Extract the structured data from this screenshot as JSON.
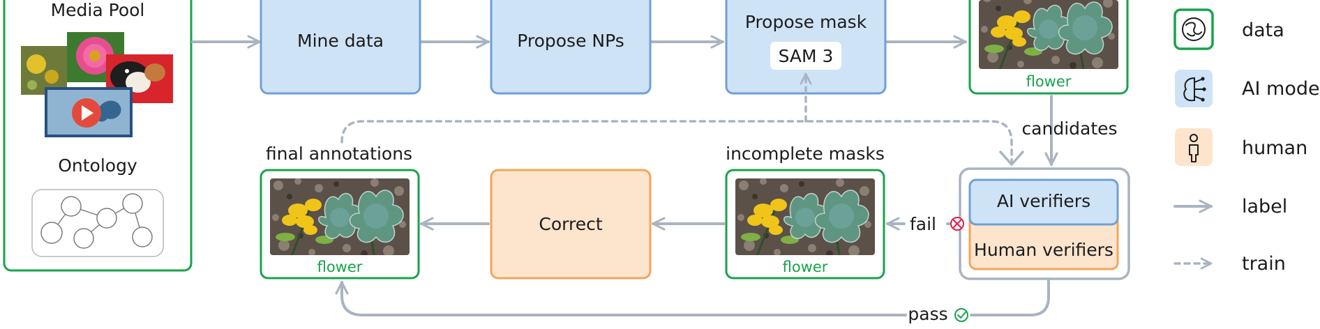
{
  "media_pool": {
    "title": "Media Pool",
    "ontology_title": "Ontology"
  },
  "steps": {
    "mine": "Mine data",
    "propose_nps": "Propose NPs",
    "propose_mask": "Propose mask",
    "sam": "SAM 3",
    "correct": "Correct",
    "ai_verifiers": "AI verifiers",
    "human_verifiers": "Human verifiers"
  },
  "labels": {
    "flower_top": "flower",
    "flower_mid": "flower",
    "flower_final": "flower",
    "candidates": "candidates",
    "fail": "fail",
    "pass": "pass",
    "final_annotations": "final annotations",
    "incomplete_masks": "incomplete masks"
  },
  "legend": [
    {
      "icon": "data-icon",
      "label": "data"
    },
    {
      "icon": "ai-model-icon",
      "label": "AI model"
    },
    {
      "icon": "human-icon",
      "label": "human"
    },
    {
      "icon": "solid-arrow-icon",
      "label": "label"
    },
    {
      "icon": "dashed-arrow-icon",
      "label": "train"
    }
  ],
  "colors": {
    "data_green": "#17a34a",
    "ai_blue_fill": "#cfe3f7",
    "ai_blue_stroke": "#6f9fd6",
    "human_orange_fill": "#fde4cd",
    "human_orange_stroke": "#f2a65a",
    "arrow_gray": "#a9b4c0",
    "fail_red": "#e11d48",
    "pass_green": "#17a34a"
  }
}
